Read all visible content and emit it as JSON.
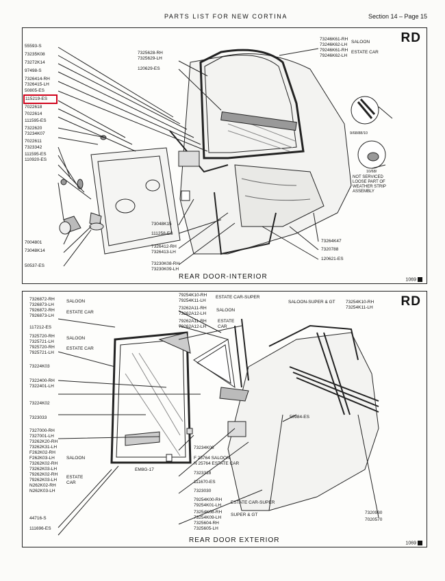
{
  "header": {
    "title": "PARTS LIST FOR NEW CORTINA",
    "section": "Section 14 – Page 15"
  },
  "interior": {
    "code": "RD",
    "caption": "REAR DOOR-INTERIOR",
    "page_no": "1069",
    "labels": {
      "l0": "55593-S",
      "l1": "73235K08",
      "l2": "73272K14",
      "l3": "97498-S",
      "l4a": "7326414-RH",
      "l4b": "7326415-LH",
      "l5": "50805-ES",
      "l6": "115219-ES",
      "l7": "7022618",
      "l8": "7022614",
      "l9": "111595-ES",
      "l10": "7322620",
      "l11": "73234K07",
      "l12": "7022611",
      "l13": "7323342",
      "l14": "111595-ES",
      "l15": "110920-ES",
      "l16": "7004801",
      "l17": "73048K14",
      "l18": "50537-ES",
      "c1a": "7325628-RH",
      "c1b": "7325629-LH",
      "c2": "120629-ES",
      "c3": "73048K15",
      "c4": "111258-ES",
      "c5a": "7326412-RH",
      "c5b": "7326413-LH",
      "c6a": "73230K08-RH",
      "c6b": "73230K09-LH",
      "r1": "73264K47",
      "r2": "7320788",
      "r3": "120621-ES",
      "t1": "73246K61-RH",
      "t2": "73246K62-LH",
      "t3": "79246K61-RH",
      "t4": "79246K62-LH",
      "saloon": "SALOON",
      "estate": "ESTATE CAR",
      "i1": "9/68/88/10",
      "i2": "10/68/",
      "note": "NOT SERVICED LOOSE PART OF WEATHER STRIP ASSEMBLY"
    }
  },
  "exterior": {
    "code": "RD",
    "caption": "REAR DOOR EXTERIOR",
    "page_no": "1069",
    "labels": {
      "a1": "7326872-RH",
      "a2": "7326873-LH",
      "a3": "7926872-RH",
      "a4": "7926873-LH",
      "saloon": "SALOON",
      "estate": "ESTATE CAR",
      "b1": "117212-ES",
      "c1": "7325720-RH",
      "c2": "7325721-LH",
      "c3": "7925720-RH",
      "c4": "7925721-LH",
      "d1": "73224K03",
      "e1": "7322400-RH",
      "e2": "7322401-LH",
      "f1": "73224K02",
      "g1": "7323033",
      "h1": "7327000-RH",
      "h2": "7327001-LH",
      "h3": "73262K20-RH",
      "h4": "73262K31-LH",
      "h5": "F262K02-RH",
      "h6": "F262K03-LH",
      "h7": "73262K02-RH",
      "h8": "73262K03-LH",
      "h9": "79262K02-RH",
      "h10": "79262K03-LH",
      "h11": "N262K02-RH",
      "h12": "N262K03-LH",
      "estate_car": "ESTATE CAR",
      "i1": "EM8G-17",
      "j1": "44716-S",
      "k1": "111696-ES",
      "m1": "79254K10-RH",
      "m2": "79254K11-LH",
      "m_tag": "ESTATE  CAR-SUPER",
      "m3": "SALOON-SUPER & GT",
      "m4": "73254K10-RH",
      "m5": "73254K11-LH",
      "n1": "73262A11-RH",
      "n2": "73262A12-LH",
      "n3": "79262A11-RH",
      "n4": "79262A12-LH",
      "o1": "50984-ES",
      "p1": "73234K06",
      "q1": "F 25764",
      "q2": "N 25764",
      "q1_tag": "SALOON",
      "q2_tag": "ESTATE CAR",
      "r1": "7323318",
      "r2": "111670-ES",
      "r3": "7323030",
      "s1": "79254K00-RH",
      "s2": "79254K01-LH",
      "s_tag": "ESTATE CAR-SUPER",
      "t1": "73254K08-RH",
      "t2": "73254K09-LH",
      "t_tag": "SUPER & GT",
      "u1": "7325604-RH",
      "u2": "7325605-LH",
      "v1": "7320930",
      "v2": "7020570"
    }
  }
}
